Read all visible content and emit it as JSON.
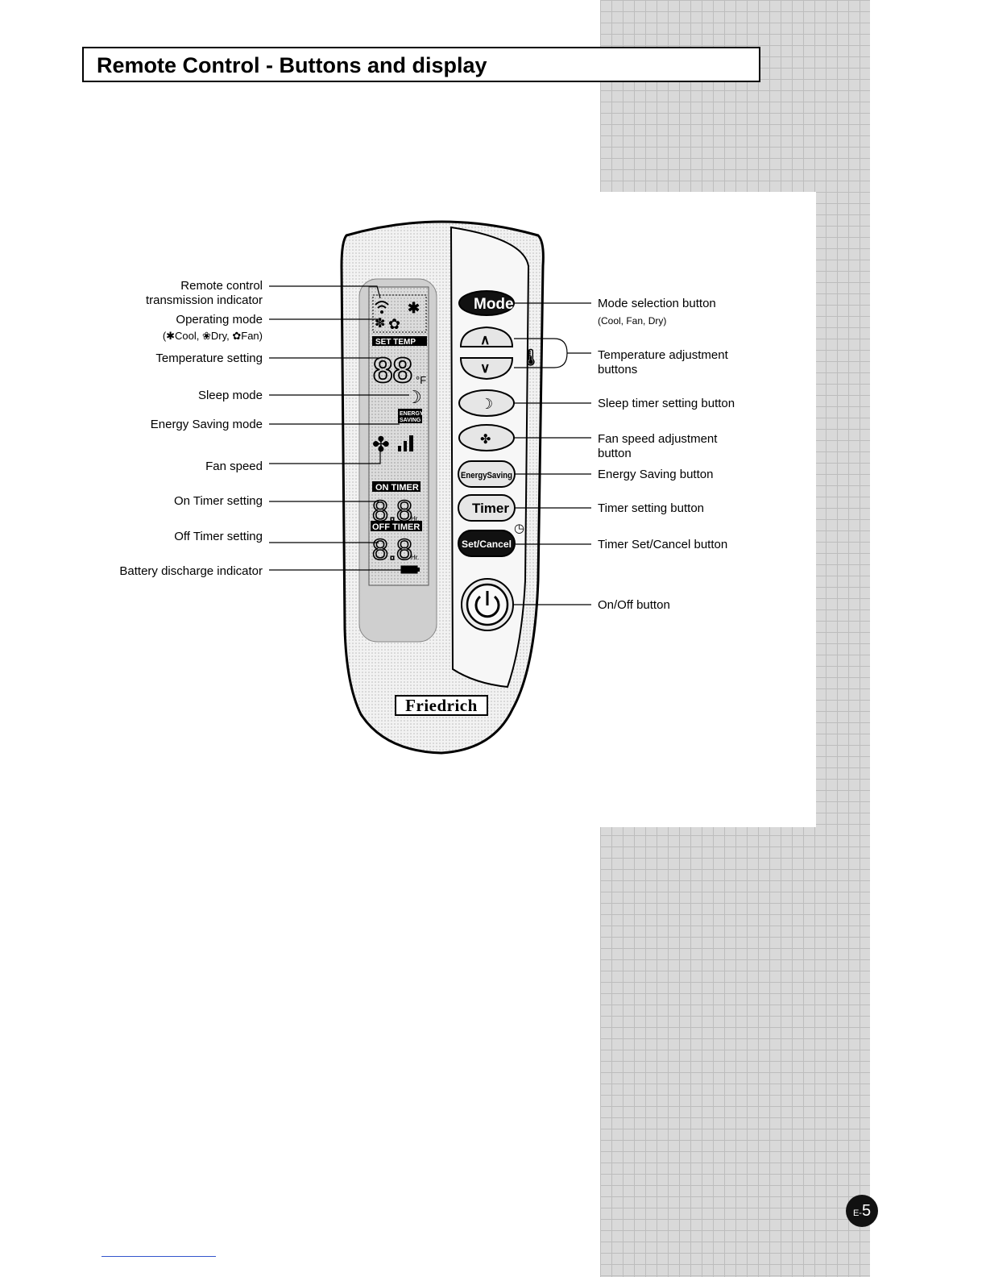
{
  "title": "Remote Control - Buttons and display",
  "left_labels": [
    {
      "id": "transmission",
      "text": "Remote control\ntransmission indicator"
    },
    {
      "id": "operating",
      "text": "Operating mode"
    },
    {
      "id": "operating_modes",
      "text": "(✱Cool, ❀Dry, ✿Fan)"
    },
    {
      "id": "temp_setting",
      "text": "Temperature setting"
    },
    {
      "id": "sleep_mode",
      "text": "Sleep mode"
    },
    {
      "id": "energy_mode",
      "text": "Energy Saving mode"
    },
    {
      "id": "fan_speed",
      "text": "Fan speed"
    },
    {
      "id": "on_timer",
      "text": "On Timer setting"
    },
    {
      "id": "off_timer",
      "text": "Off Timer setting"
    },
    {
      "id": "battery",
      "text": "Battery discharge indicator"
    }
  ],
  "right_labels": {
    "mode": "Mode selection button",
    "mode_sub": "(Cool, Fan, Dry)",
    "temp": "Temperature adjustment\nbuttons",
    "sleep": "Sleep timer setting button",
    "fan": "Fan speed adjustment\nbutton",
    "energy": "Energy Saving button",
    "timer": "Timer setting button",
    "setcancel": "Timer Set/Cancel button",
    "onoff": "On/Off button"
  },
  "buttons": {
    "mode": "Mode",
    "up": "∧",
    "down": "∨",
    "energy": "EnergySaving",
    "timer": "Timer",
    "setcancel": "Set/Cancel"
  },
  "display": {
    "set_temp": "SET TEMP",
    "temp_digits": "88",
    "temp_unit": "°F",
    "energy_line1": "ENERGY",
    "energy_line2": "SAVING",
    "on_timer": "ON TIMER",
    "on_digits": "8.8",
    "off_timer": "OFF TIMER",
    "off_digits": "8.8",
    "hr": "Hr."
  },
  "brand": "Friedrich",
  "page_number": {
    "prefix": "E-",
    "number": "5"
  }
}
